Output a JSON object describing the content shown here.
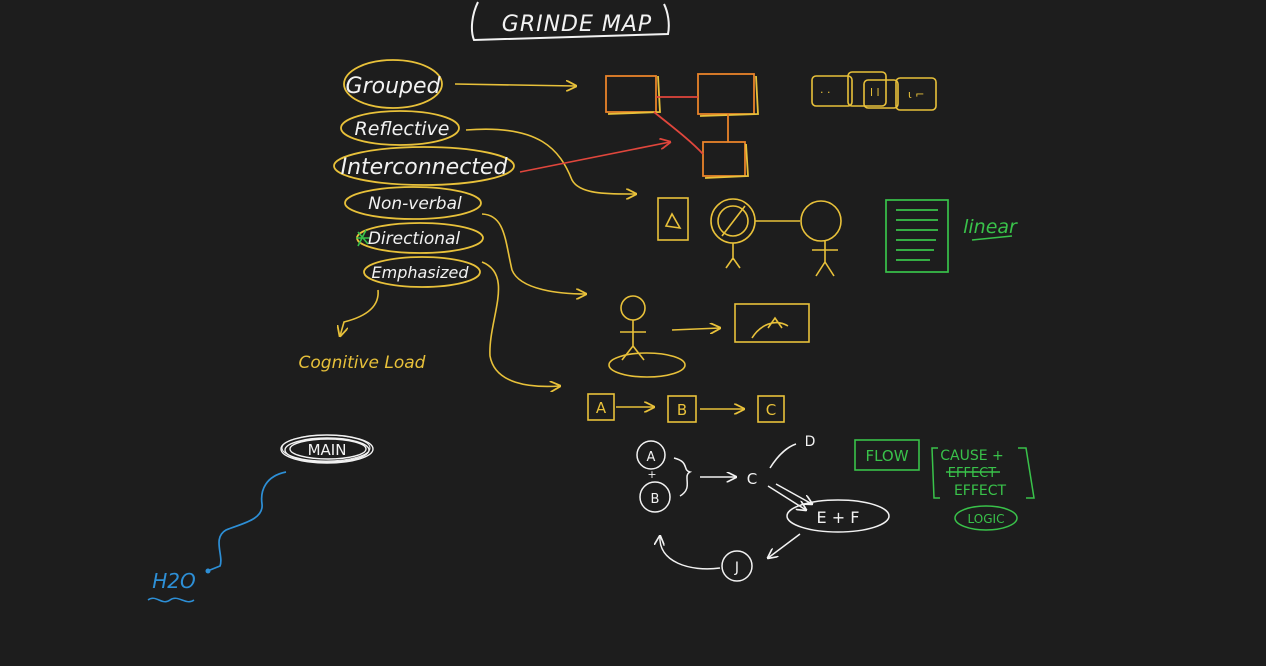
{
  "title": "GRINDE MAP",
  "colors": {
    "background": "#1d1d1d",
    "white": "#f2f2f2",
    "yellow": "#e8c13a",
    "orange": "#e8832a",
    "red": "#e0463c",
    "green": "#39c24a",
    "blue": "#2d8fd6"
  },
  "principles": [
    "Grouped",
    "Reflective",
    "Interconnected",
    "Non-verbal",
    "Directional",
    "Emphasized"
  ],
  "notes": {
    "cognitive_load": "Cognitive Load",
    "linear": "linear",
    "main": "MAIN",
    "water": "H2O"
  },
  "sequence": [
    "A",
    "B",
    "C"
  ],
  "flow_graph": {
    "nodes": [
      "A",
      "B",
      "C",
      "D",
      "E + F",
      "J"
    ]
  },
  "logic_labels": {
    "flow": "FLOW",
    "cause": "CAUSE +",
    "effect_struck": "EFFECT",
    "effect": "EFFECT",
    "logic": "LOGIC"
  }
}
